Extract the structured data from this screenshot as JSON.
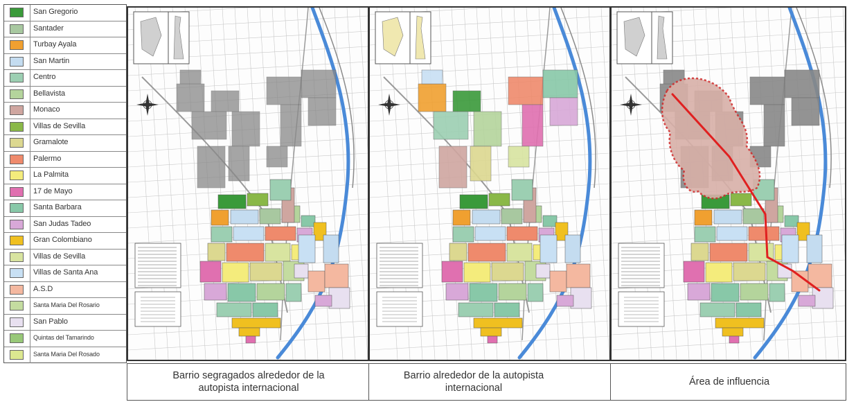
{
  "legend": [
    {
      "label": "San Gregorio",
      "color": "#3a9a3a"
    },
    {
      "label": "Santader",
      "color": "#a8c8a0"
    },
    {
      "label": "Turbay Ayala",
      "color": "#f0a030"
    },
    {
      "label": "San Martin",
      "color": "#c4dcf0"
    },
    {
      "label": "Centro",
      "color": "#9ccfb2"
    },
    {
      "label": "Bellavista",
      "color": "#b4d49c"
    },
    {
      "label": "Monaco",
      "color": "#cfa6a0"
    },
    {
      "label": "Villas de Sevilla",
      "color": "#8ab848"
    },
    {
      "label": "Gramalote",
      "color": "#dcd890"
    },
    {
      "label": "Palermo",
      "color": "#ef8a6c"
    },
    {
      "label": "La Palmita",
      "color": "#f4ec7c"
    },
    {
      "label": "17 de Mayo",
      "color": "#e070b0"
    },
    {
      "label": "Santa Barbara",
      "color": "#88c8a8"
    },
    {
      "label": "San Judas Tadeo",
      "color": "#d8a8d8"
    },
    {
      "label": "Gran Colombiano",
      "color": "#f0c020"
    },
    {
      "label": "Villas de Sevilla",
      "color": "#d8e4a0"
    },
    {
      "label": "Villas de Santa Ana",
      "color": "#c8e0f4"
    },
    {
      "label": "A.S.D",
      "color": "#f4b8a0"
    },
    {
      "label": "Santa Maria Del Rosario",
      "color": "#c4dca0"
    },
    {
      "label": "San Pablo",
      "color": "#e8e0f0"
    },
    {
      "label": "Quintas del Tamarindo",
      "color": "#98c878"
    },
    {
      "label": "Santa Maria Del Rosado",
      "color": "#dce890"
    }
  ],
  "captions": [
    "Barrio segragados alrededor de la autopista internacional",
    "Barrio alrededor de la autopista internacional",
    "Área de influencia"
  ],
  "colors": {
    "river": "#4a8ad8",
    "highway": "#e02020",
    "influence_fill": "#d8b0a8",
    "influence_border": "#d03030",
    "gray_blocks": "#888888"
  }
}
